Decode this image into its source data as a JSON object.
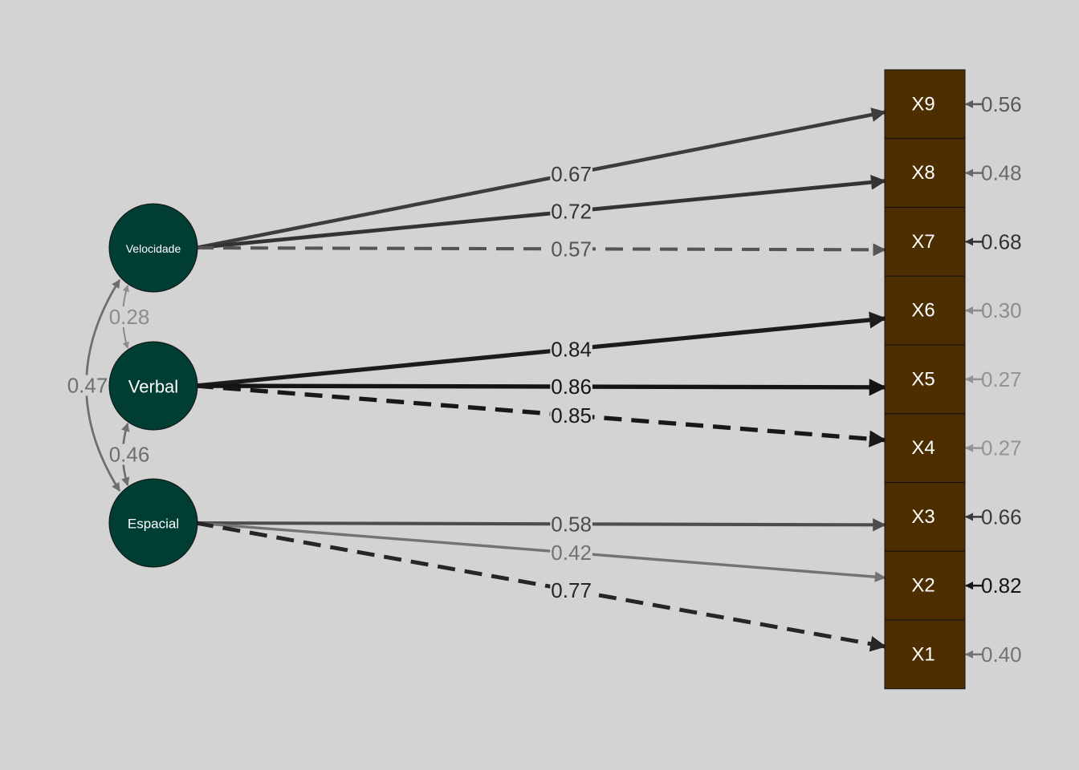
{
  "colors": {
    "background": "#d3d3d3",
    "latent_fill": "#003d33",
    "manifest_fill": "#4d2e00",
    "label_bg": "#d3d3d3"
  },
  "latents": [
    {
      "id": "vel",
      "label": "Velocidade",
      "size": "small"
    },
    {
      "id": "verb",
      "label": "Verbal",
      "size": "large"
    },
    {
      "id": "esp",
      "label": "Espacial",
      "size": "medium"
    }
  ],
  "manifests": [
    "X9",
    "X8",
    "X7",
    "X6",
    "X5",
    "X4",
    "X3",
    "X2",
    "X1"
  ],
  "loadings": [
    {
      "from": "vel",
      "to": "X9",
      "value": "0.67",
      "dashed": false,
      "color": "#3d3d3d"
    },
    {
      "from": "vel",
      "to": "X8",
      "value": "0.72",
      "dashed": false,
      "color": "#333333"
    },
    {
      "from": "vel",
      "to": "X7",
      "value": "0.57",
      "dashed": true,
      "color": "#555555"
    },
    {
      "from": "verb",
      "to": "X6",
      "value": "0.84",
      "dashed": false,
      "color": "#1c1c1c"
    },
    {
      "from": "verb",
      "to": "X5",
      "value": "0.86",
      "dashed": false,
      "color": "#141414"
    },
    {
      "from": "verb",
      "to": "X4",
      "value": "0.85",
      "dashed": true,
      "color": "#181818"
    },
    {
      "from": "esp",
      "to": "X3",
      "value": "0.58",
      "dashed": false,
      "color": "#4d4d4d"
    },
    {
      "from": "esp",
      "to": "X2",
      "value": "0.42",
      "dashed": false,
      "color": "#737373"
    },
    {
      "from": "esp",
      "to": "X1",
      "value": "0.77",
      "dashed": true,
      "color": "#262626"
    }
  ],
  "residuals": [
    {
      "node": "X9",
      "value": "0.56",
      "color": "#595959"
    },
    {
      "node": "X8",
      "value": "0.48",
      "color": "#6a6a6a"
    },
    {
      "node": "X7",
      "value": "0.68",
      "color": "#333333"
    },
    {
      "node": "X6",
      "value": "0.30",
      "color": "#8c8c8c"
    },
    {
      "node": "X5",
      "value": "0.27",
      "color": "#939393"
    },
    {
      "node": "X4",
      "value": "0.27",
      "color": "#939393"
    },
    {
      "node": "X3",
      "value": "0.66",
      "color": "#3a3a3a"
    },
    {
      "node": "X2",
      "value": "0.82",
      "color": "#141414"
    },
    {
      "node": "X1",
      "value": "0.40",
      "color": "#737373"
    }
  ],
  "covariances": [
    {
      "a": "vel",
      "b": "verb",
      "value": "0.28",
      "color": "#8c8c8c"
    },
    {
      "a": "verb",
      "b": "esp",
      "value": "0.46",
      "color": "#6e6e6e"
    },
    {
      "a": "vel",
      "b": "esp",
      "value": "0.47",
      "color": "#6e6e6e"
    }
  ]
}
